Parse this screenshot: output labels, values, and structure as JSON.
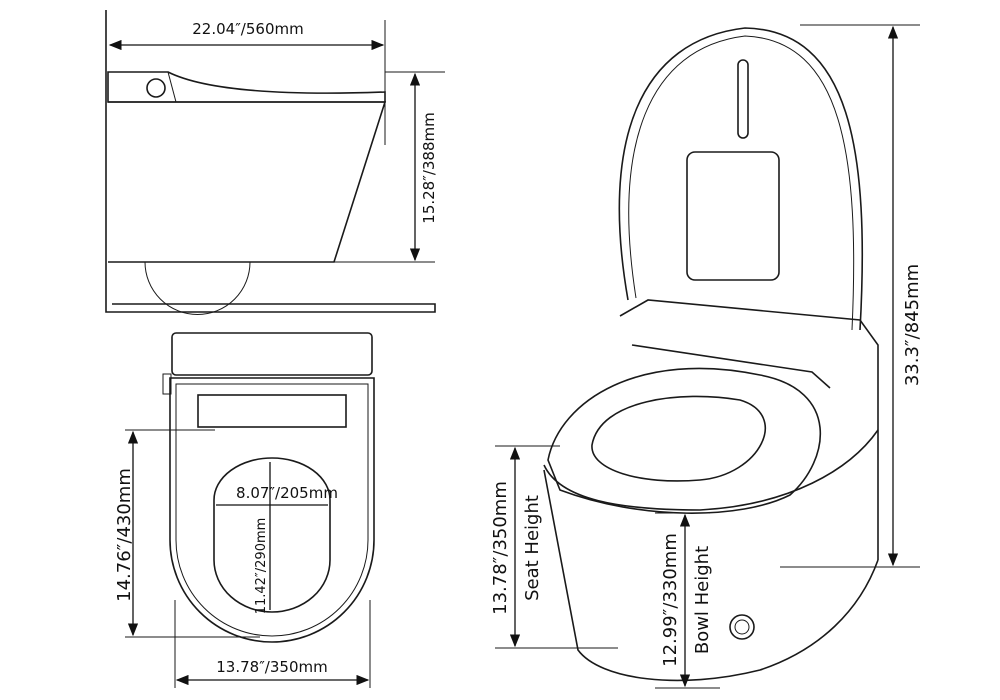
{
  "side_view": {
    "width_label": "22.04″/560mm",
    "height_label": "15.28″/388mm"
  },
  "top_view": {
    "opening_width_label": "8.07″/205mm",
    "opening_length_label": "11.42″/290mm",
    "seat_length_label": "14.76″/430mm",
    "overall_width_label": "13.78″/350mm"
  },
  "perspective_view": {
    "overall_height_label": "33.3″/845mm",
    "seat_height_value": "13.78″/350mm",
    "seat_height_caption": "Seat Height",
    "bowl_height_value": "12.99″/330mm",
    "bowl_height_caption": "Bowl Height"
  },
  "colors": {
    "line": "#1a1a1a",
    "background": "#ffffff"
  }
}
